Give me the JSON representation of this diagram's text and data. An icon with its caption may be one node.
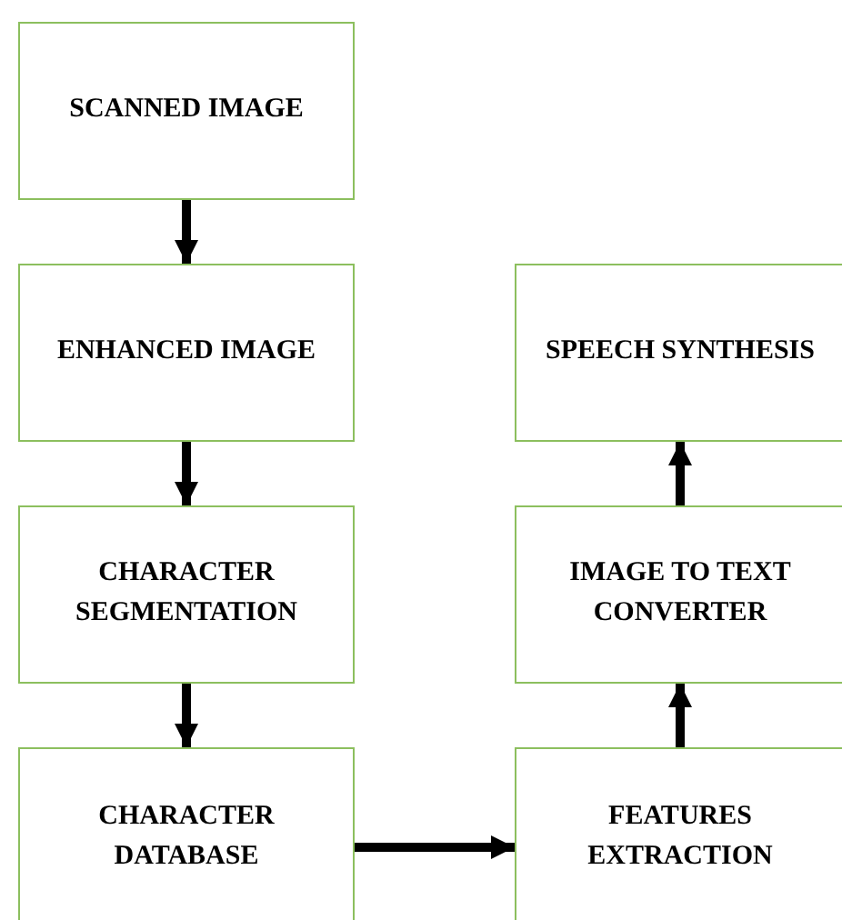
{
  "diagram": {
    "nodes": [
      {
        "text": [
          "SCANNED IMAGE"
        ]
      },
      {
        "text": [
          "ENHANCED IMAGE"
        ]
      },
      {
        "text": [
          "CHARACTER SEGMENTATION"
        ]
      },
      {
        "text": [
          "CHARACTER DATABASE"
        ]
      },
      {
        "text": [
          "SPEECH SYNTHESIS"
        ]
      },
      {
        "text": [
          "IMAGE TO TEXT CONVERTER"
        ]
      },
      {
        "text": [
          "FEATURES EXTRACTION"
        ]
      }
    ],
    "edges": [
      {
        "from": 0,
        "to": 1,
        "arrow": "to"
      },
      {
        "from": 1,
        "to": 2,
        "arrow": "to"
      },
      {
        "from": 2,
        "to": 3,
        "arrow": "to"
      },
      {
        "from": 3,
        "to": 6,
        "arrow": "to"
      },
      {
        "from": 6,
        "to": 5,
        "arrow": "to"
      },
      {
        "from": 5,
        "to": 4,
        "arrow": "to"
      }
    ]
  }
}
